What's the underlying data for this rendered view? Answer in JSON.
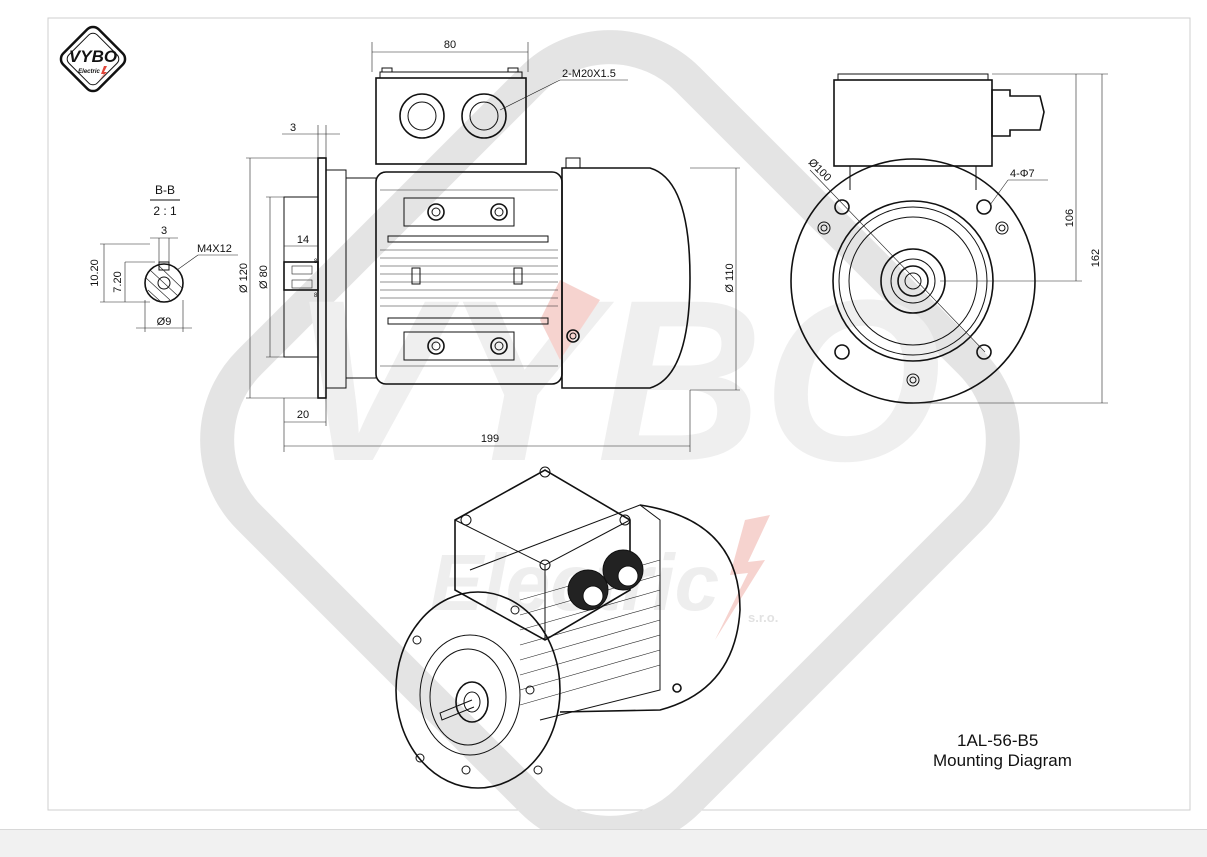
{
  "logo": {
    "brand": "VYBO",
    "sub": "Electric"
  },
  "watermark": {
    "letters": "VYBO",
    "sub": "Electric",
    "suffix": "s.r.o."
  },
  "section": {
    "name": "B-B",
    "scale": "2 : 1",
    "keyway_width": "3",
    "key_height_outer": "10.20",
    "key_height_inner": "7.20",
    "shaft_dia": "Ø9",
    "thread": "M4X12"
  },
  "side_view": {
    "gland_width": "80",
    "gland_thread": "2-M20X1.5",
    "flange_thickness": "3",
    "spigot_dia": "Ø 120",
    "shaft_length_key": "14",
    "pilot_dia": "Ø 80",
    "spigot_len": "20",
    "body_dia": "Ø 110",
    "total_length": "199",
    "key_small_1": "8",
    "key_small_2": "8"
  },
  "front_view": {
    "pcd": "Ø100",
    "holes": "4-Φ7",
    "height_axis": "106",
    "height_total": "162"
  },
  "caption": {
    "model": "1AL-56-B5",
    "subtitle": "Mounting Diagram"
  },
  "colors": {
    "line": "#111111",
    "watermark": "#e4e4e4",
    "accent_red": "#e0463a",
    "frame": "#cfcfcf"
  }
}
